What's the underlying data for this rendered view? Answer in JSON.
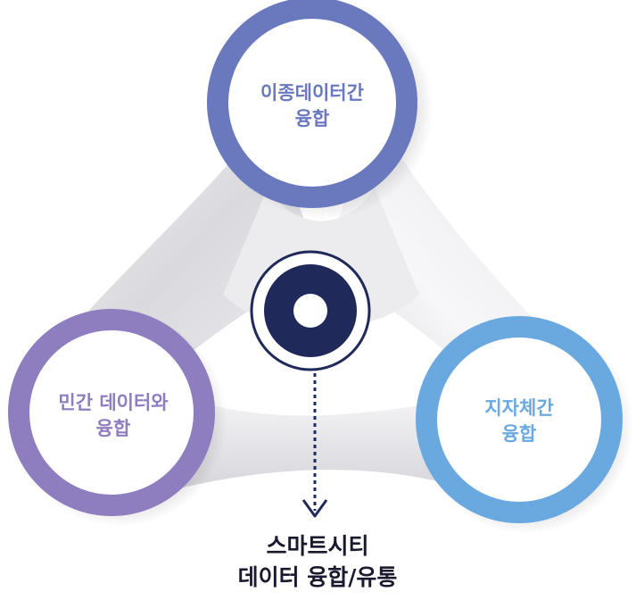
{
  "diagram": {
    "nodes": [
      {
        "id": "top",
        "line1": "이종데이터간",
        "line2": "융합",
        "color": "#6a79be"
      },
      {
        "id": "left",
        "line1": "민간 데이터와",
        "line2": "융합",
        "color": "#8e7dbf"
      },
      {
        "id": "right",
        "line1": "지자체간",
        "line2": "융합",
        "color": "#6aa9e0"
      }
    ],
    "hub": {
      "color": "#1f2a5a"
    },
    "caption": {
      "line1": "스마트시티",
      "line2": "데이터 융합/유통"
    }
  }
}
